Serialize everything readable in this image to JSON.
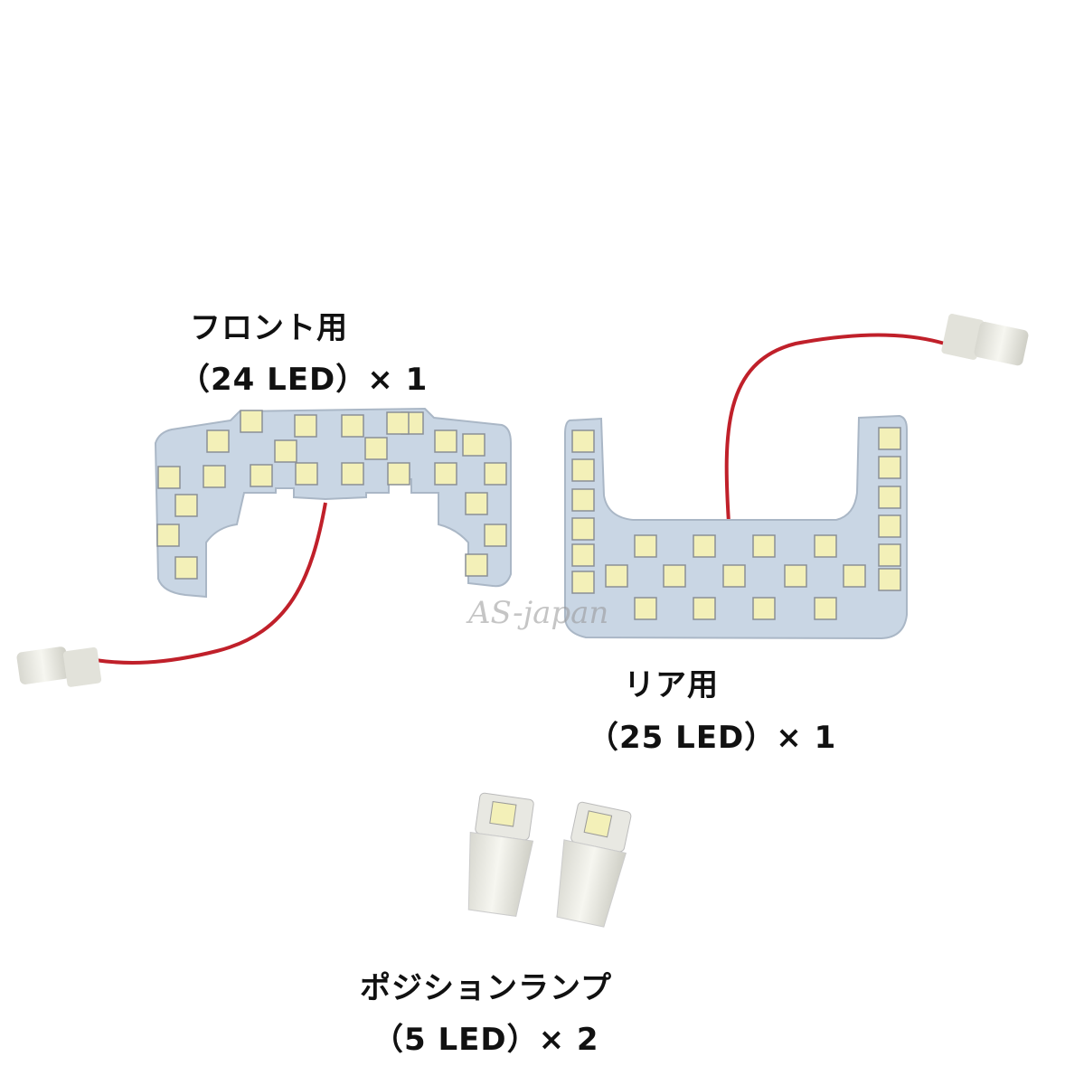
{
  "product": {
    "front": {
      "title": "フロント用",
      "spec": "（24 LED）× 1",
      "led_count": 24
    },
    "rear": {
      "title": "リア用",
      "spec": "（25 LED）× 1",
      "led_count": 25
    },
    "position_lamp": {
      "title": "ポジションランプ",
      "spec": "（5 LED）× 2",
      "led_count": 5,
      "quantity": 2
    }
  },
  "watermark": "AS-japan",
  "colors": {
    "board": "#c9d6e4",
    "led": "#f3f0b8",
    "wire": "#c0202a",
    "socket": "#e8e8e2"
  }
}
